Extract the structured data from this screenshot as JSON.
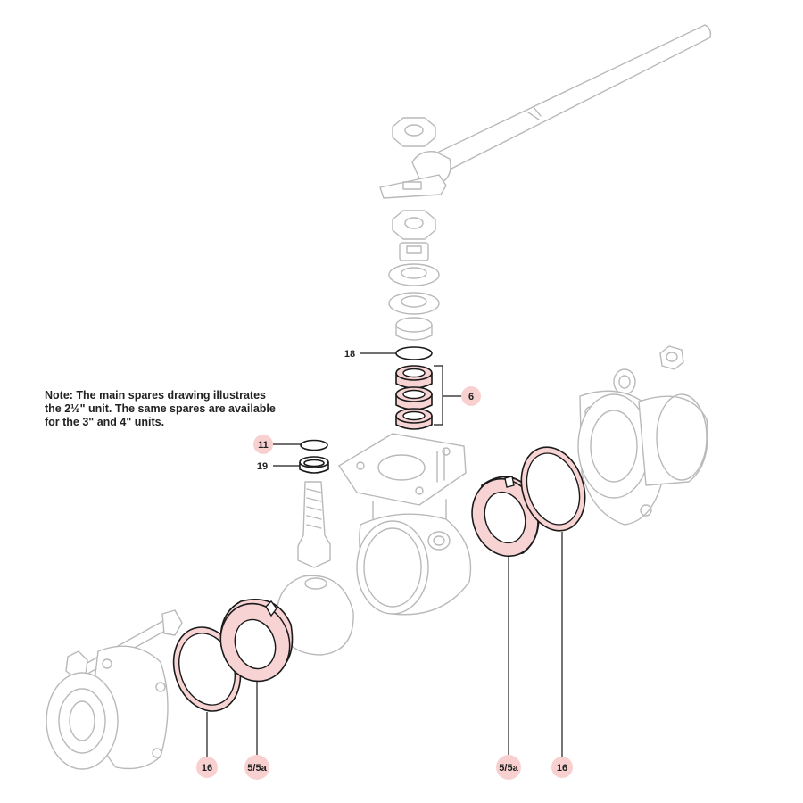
{
  "note": {
    "lines": [
      "Note: The main spares drawing illustrates",
      "the 2½\" unit. The same spares are available",
      "for the 3\" and 4\" units."
    ]
  },
  "callouts": {
    "c18": "18",
    "c6": "6",
    "c11": "11",
    "c19": "19",
    "c16_left": "16",
    "c55a_left": "5/5a",
    "c55a_right": "5/5a",
    "c16_right": "16"
  },
  "colors": {
    "highlight": "#f7d3d3",
    "badge": "#f9d0d0",
    "ghost_line": "#b9b9b9",
    "ink": "#1a1a1a"
  }
}
